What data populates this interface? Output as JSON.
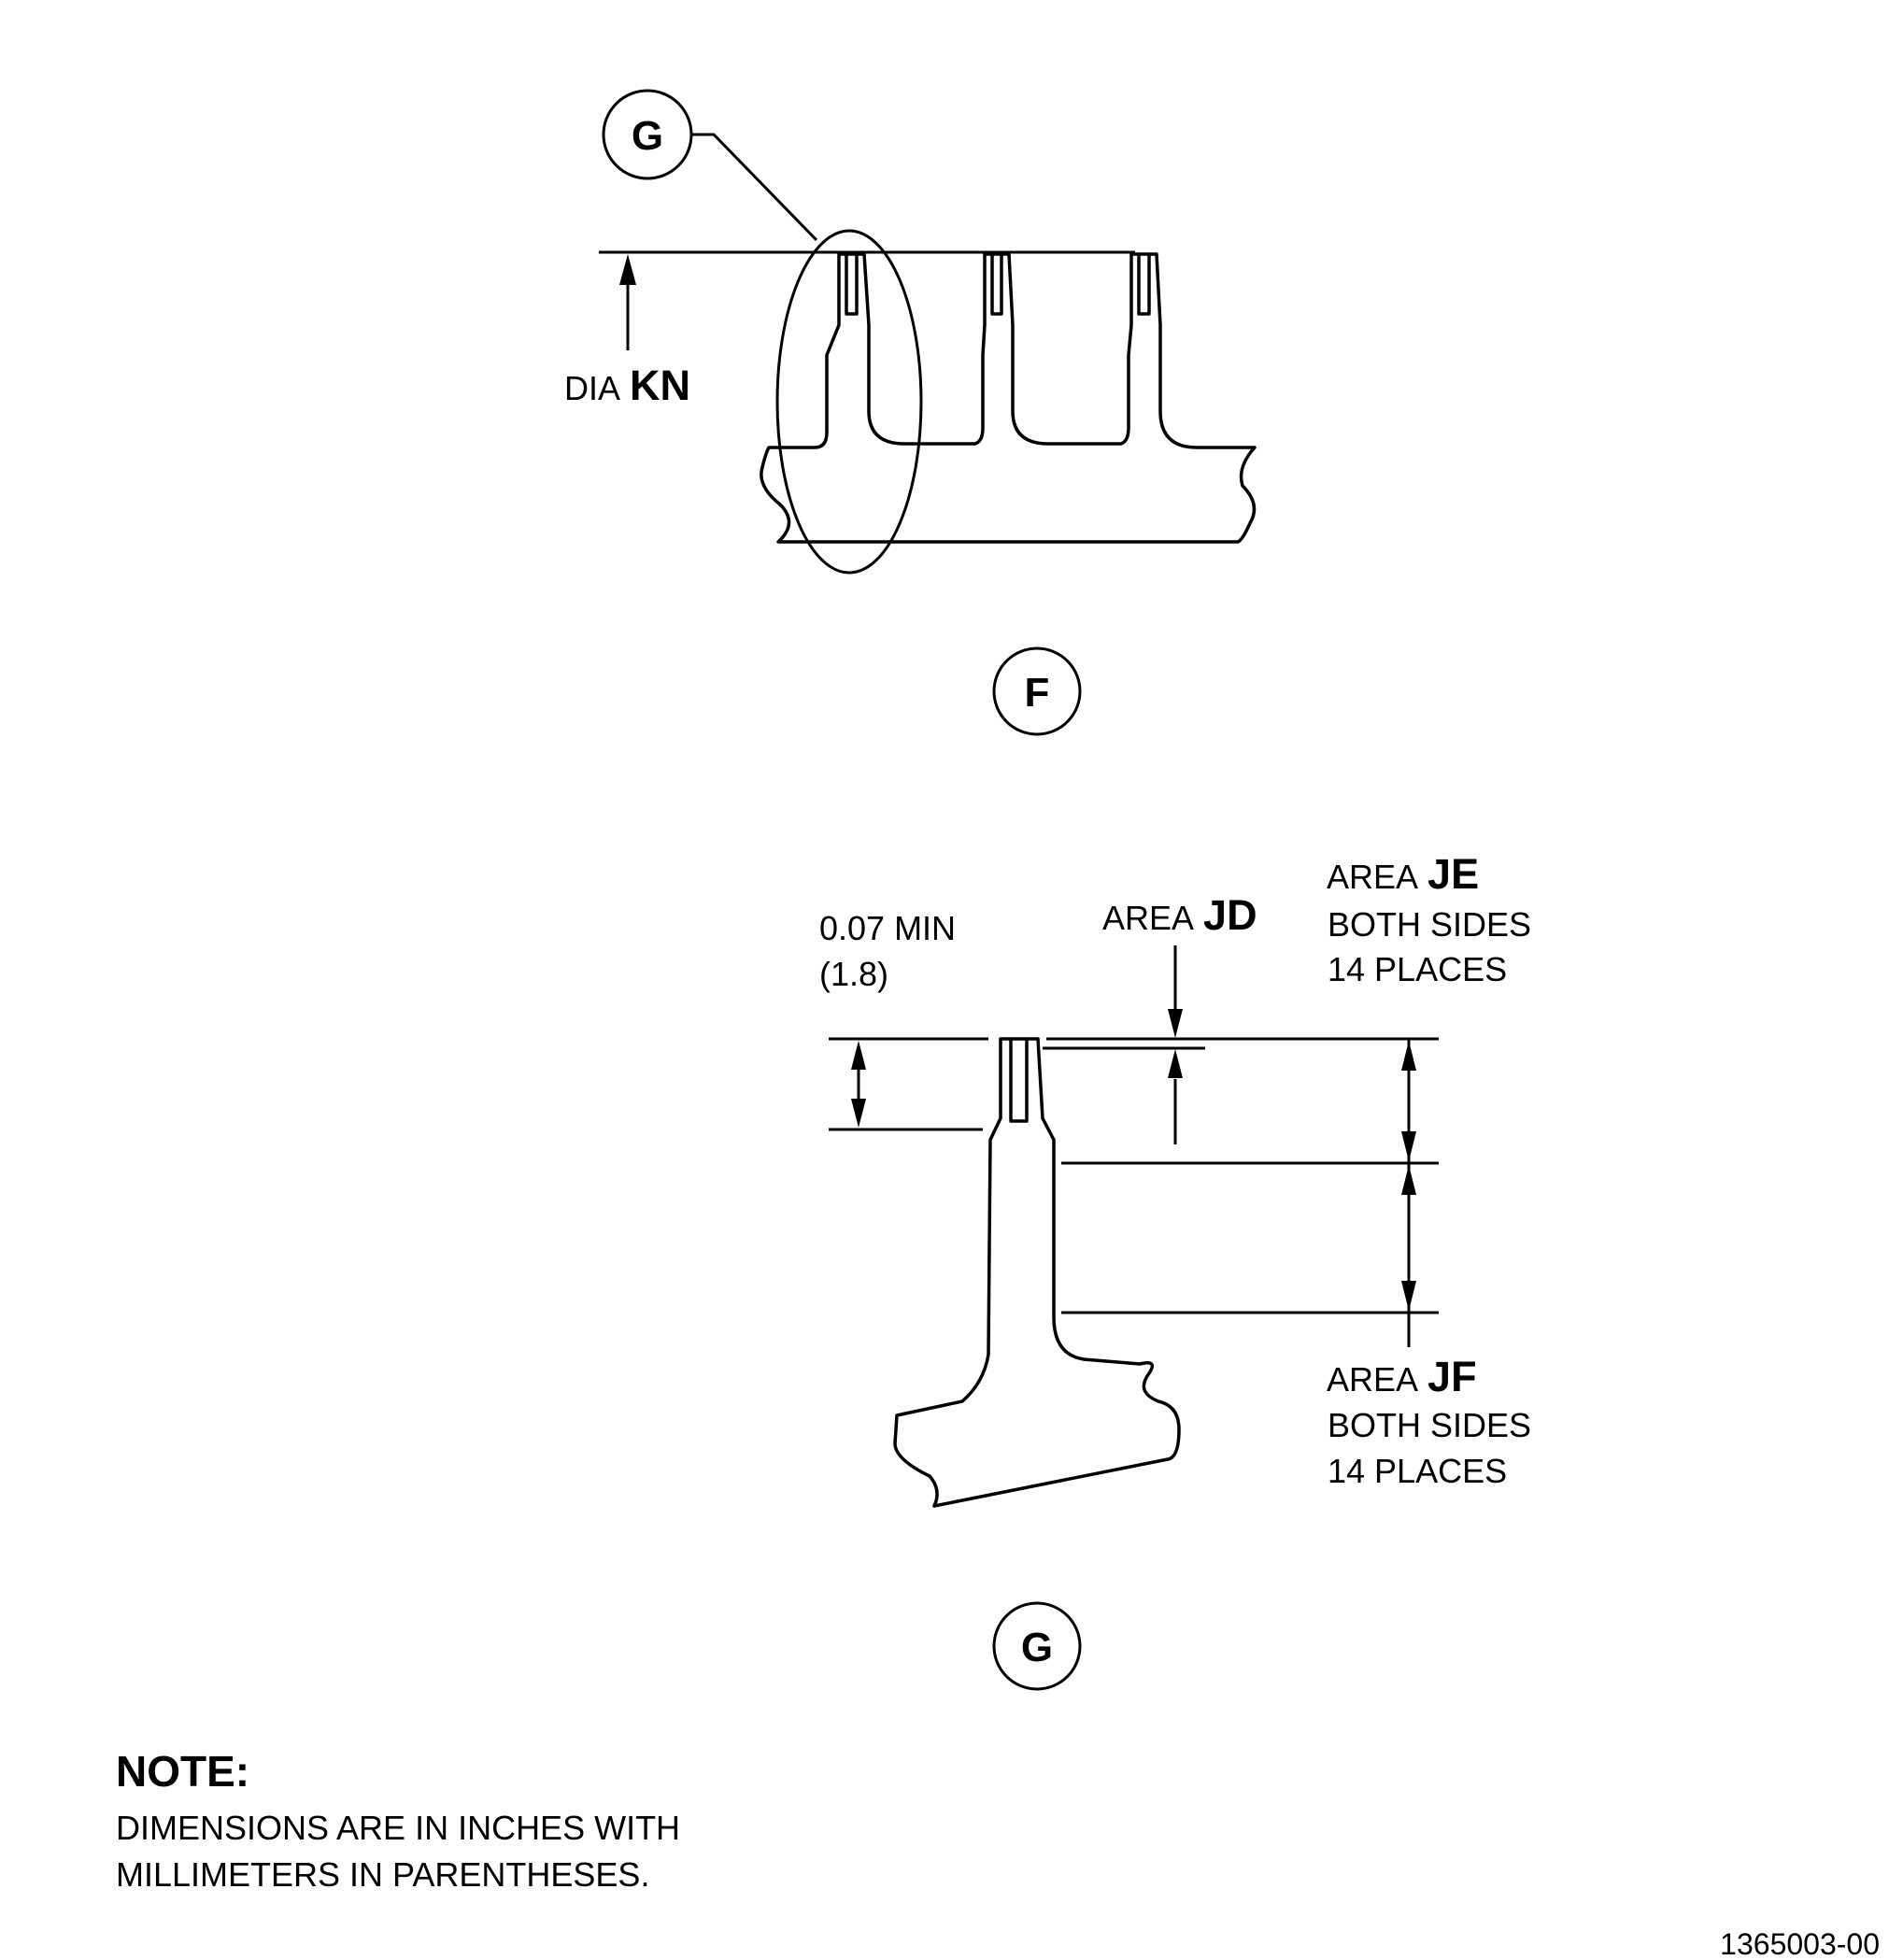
{
  "view_f": {
    "bubble": "F",
    "detail_callout": "G",
    "dimension": {
      "prefix": "DIA",
      "code": "KN"
    }
  },
  "view_g": {
    "bubble": "G",
    "tip_dimension": {
      "value": "0.07 MIN",
      "metric": "(1.8)"
    },
    "area_jd": {
      "prefix": "AREA",
      "code": "JD"
    },
    "area_je": {
      "prefix": "AREA",
      "code": "JE",
      "line2": "BOTH SIDES",
      "line3": "14 PLACES"
    },
    "area_jf": {
      "prefix": "AREA",
      "code": "JF",
      "line2": "BOTH SIDES",
      "line3": "14 PLACES"
    }
  },
  "note": {
    "heading": "NOTE:",
    "line1": "DIMENSIONS ARE IN INCHES WITH",
    "line2": "MILLIMETERS IN PARENTHESES."
  },
  "figure_number": "1365003-00"
}
